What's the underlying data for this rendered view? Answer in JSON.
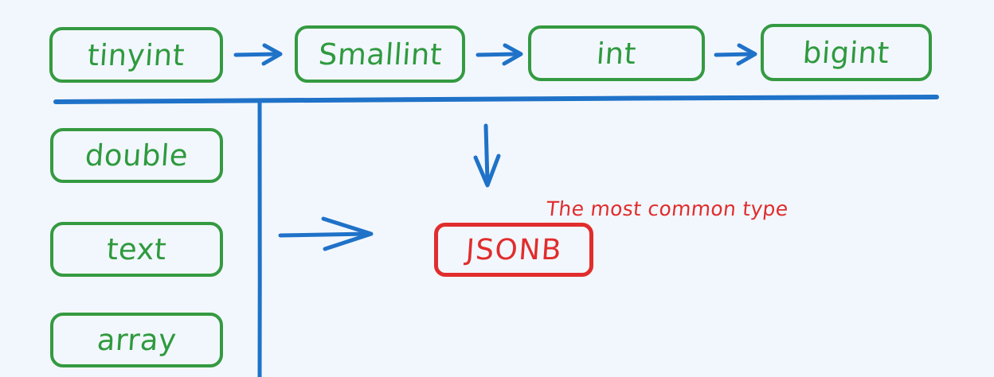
{
  "diagram": {
    "title_text": null,
    "background_color": "#f2f7fd",
    "colors": {
      "green": "#349a41",
      "blue": "#1f72c8",
      "red": "#e12d2d",
      "background": "#f2f7fd"
    },
    "integer_row": {
      "nodes": [
        {
          "label": "tinyint"
        },
        {
          "label": "Smallint"
        },
        {
          "label": "int"
        },
        {
          "label": "bigint"
        }
      ],
      "connector_icon": "arrow-right-icon",
      "connector_count": 3
    },
    "other_types_column": {
      "nodes": [
        {
          "label": "double"
        },
        {
          "label": "text"
        },
        {
          "label": "array"
        }
      ]
    },
    "divider": {
      "icon": "horizontal-divider-line",
      "orientation": "horizontal"
    },
    "vertical_divider": {
      "icon": "vertical-divider-line",
      "orientation": "vertical"
    },
    "arrows": {
      "down_from_integers": "arrow-down-icon",
      "right_from_other_types": "arrow-right-long-icon"
    },
    "target": {
      "label": "JSONB",
      "annotation": "The most common type"
    }
  }
}
